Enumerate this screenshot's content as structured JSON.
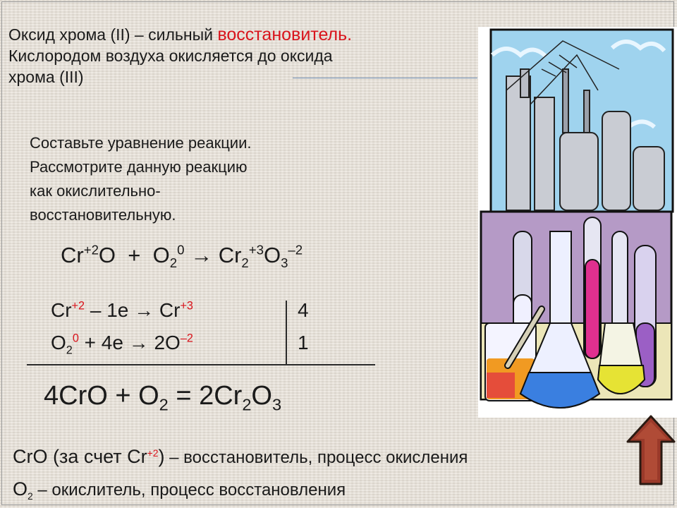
{
  "intro": {
    "line1_text": "Оксид хрома (II) – сильный ",
    "line1_highlight": "восстановитель.",
    "line2": "Кислородом воздуха окисляется до оксида",
    "line3": "хрома (III)"
  },
  "task": {
    "line1": "Составьте уравнение реакции.",
    "line2": "Рассмотрите данную реакцию",
    "line3": "как окислительно-",
    "line4": "восстановительную."
  },
  "equation": {
    "cr": "Cr",
    "cr_ox": "+2",
    "o": "O",
    "plus": "+",
    "o2": "O",
    "o2_sub": "2",
    "o2_ox": "0",
    "arrow": "→",
    "cr2": "Cr",
    "cr2_sub": "2",
    "cr2_ox": "+3",
    "o3": "O",
    "o3_sub": "3",
    "o3_ox": "–2"
  },
  "half_reactions": {
    "r1": {
      "a": "Cr",
      "a_ox": "+2",
      "mid": " – 1e → Cr",
      "b_ox": "+3",
      "coef": "4"
    },
    "r2": {
      "a": "O",
      "a_sub": "2",
      "a_ox": "0",
      "mid": " + 4e → 2O",
      "b_ox": "–2",
      "coef": "1"
    }
  },
  "balanced": {
    "a": "4CrO + O",
    "a_sub": "2",
    "b": " = 2Cr",
    "b_sub": "2",
    "c": "O",
    "c_sub": "3"
  },
  "conclusion": {
    "l1_formula": "CrO (за счет Cr",
    "l1_ox": "+2",
    "l1_close": ")",
    "l1_text": " – восстановитель, процесс окисления",
    "l2_formula": "O",
    "l2_sub": "2",
    "l2_text": "  – окислитель, процесс восстановления"
  },
  "icons": {
    "illustration": "chemistry-lab-illustration",
    "nav": "up-arrow-icon"
  },
  "colors": {
    "accent": "#d9141c",
    "arrow": "#9b3a2a"
  }
}
